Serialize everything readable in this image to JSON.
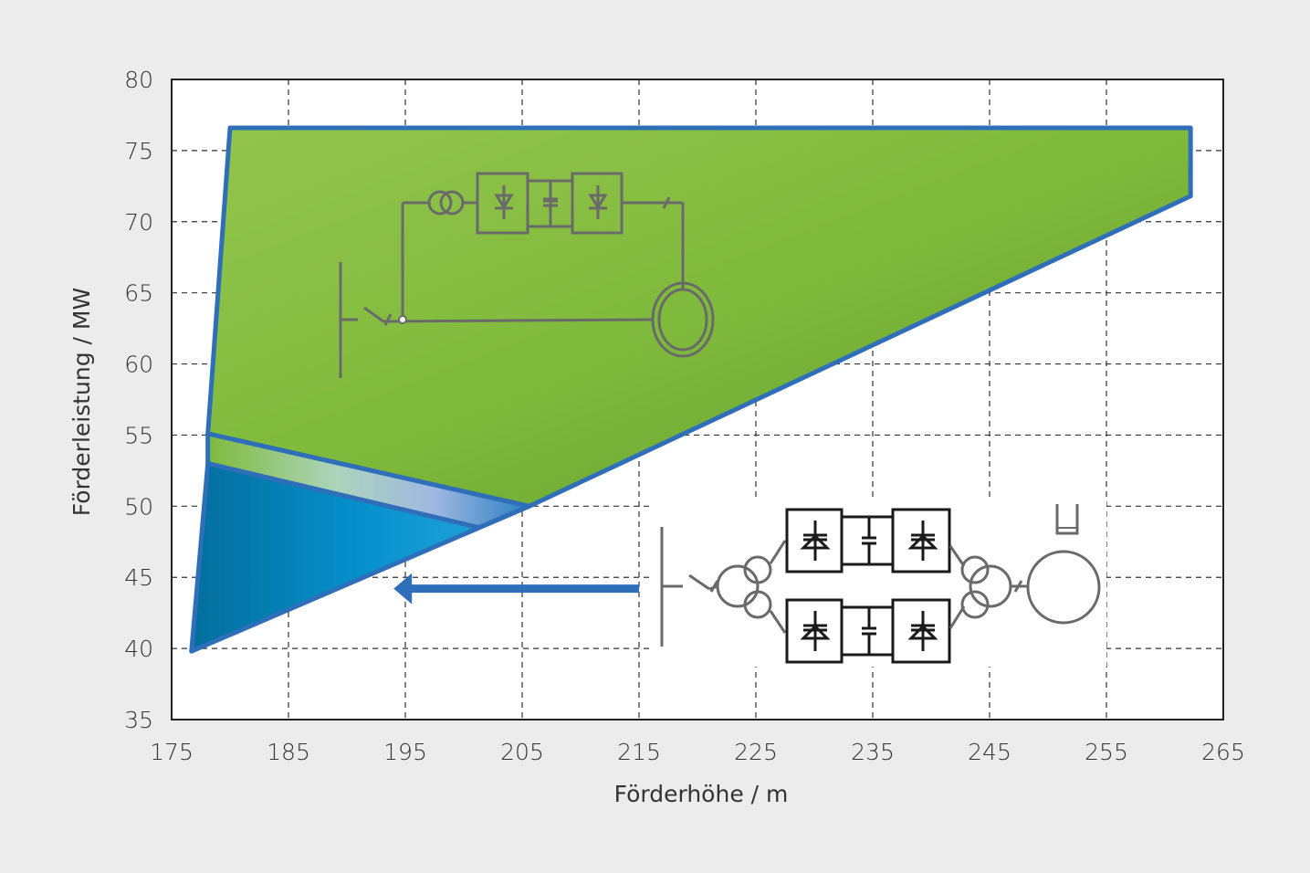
{
  "chart_data": {
    "type": "area",
    "xlabel": "Förderhöhe / m",
    "ylabel": "Förderleistung / MW",
    "xlim": [
      175,
      265
    ],
    "ylim": [
      35,
      80
    ],
    "xticks": [
      175,
      185,
      195,
      205,
      215,
      225,
      235,
      245,
      255,
      265
    ],
    "yticks": [
      35,
      40,
      45,
      50,
      55,
      60,
      65,
      70,
      75,
      80
    ],
    "grid": true,
    "regions": [
      {
        "name": "green-operating-range",
        "color": "#7fba3c",
        "points": [
          [
            180,
            76.6
          ],
          [
            262.2,
            76.6
          ],
          [
            262.2,
            71.8
          ],
          [
            205.6,
            50
          ],
          [
            178.1,
            55.1
          ]
        ]
      },
      {
        "name": "transition-band",
        "color": "#a9cde0",
        "points": [
          [
            178.1,
            55.1
          ],
          [
            205.6,
            50
          ],
          [
            201.3,
            48.5
          ],
          [
            178.1,
            53
          ]
        ]
      },
      {
        "name": "blue-extended-range",
        "color": "#0a86c4",
        "points": [
          [
            178.1,
            53
          ],
          [
            201.3,
            48.5
          ],
          [
            205.6,
            50
          ],
          [
            176.7,
            39.8
          ]
        ]
      }
    ],
    "arrow": {
      "from": [
        215,
        44.2
      ],
      "to": [
        194,
        44.2
      ],
      "color": "#2f6fba"
    },
    "outline_color": "#2f6fba"
  }
}
